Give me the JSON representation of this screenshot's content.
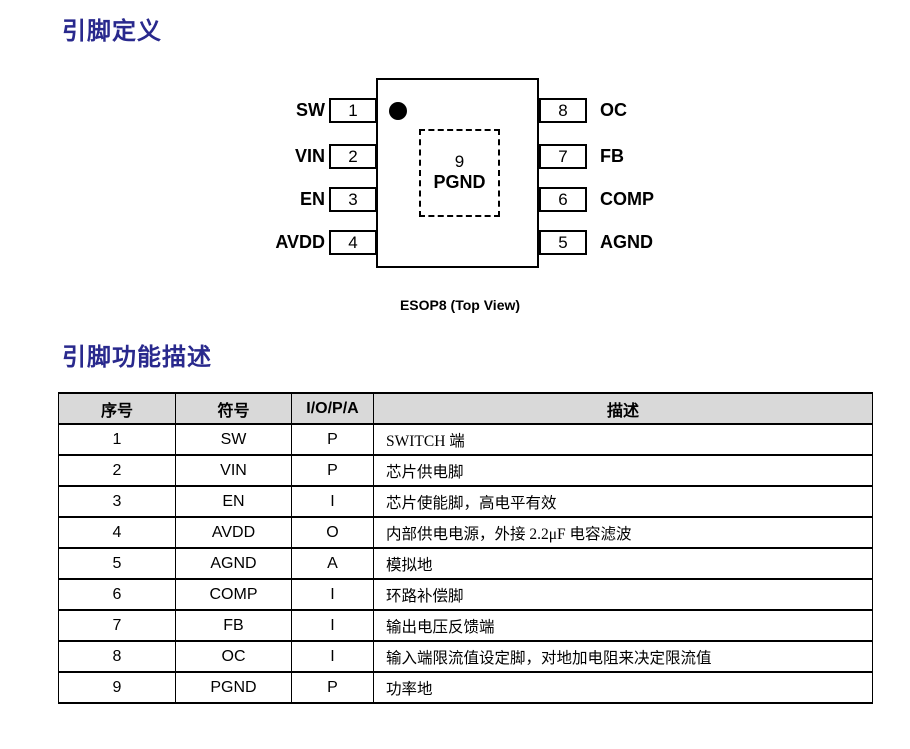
{
  "page": {
    "section1_title": "引脚定义",
    "section2_title": "引脚功能描述",
    "accent_color": "#29298d",
    "table_header_bg": "#d9d9d9",
    "border_color": "#000000"
  },
  "pinout": {
    "caption": "ESOP8 (Top View)",
    "center_pad": {
      "number": "9",
      "name": "PGND"
    },
    "left_pins": [
      {
        "number": "1",
        "name": "SW"
      },
      {
        "number": "2",
        "name": "VIN"
      },
      {
        "number": "3",
        "name": "EN"
      },
      {
        "number": "4",
        "name": "AVDD"
      }
    ],
    "right_pins": [
      {
        "number": "8",
        "name": "OC"
      },
      {
        "number": "7",
        "name": "FB"
      },
      {
        "number": "6",
        "name": "COMP"
      },
      {
        "number": "5",
        "name": "AGND"
      }
    ]
  },
  "pin_table": {
    "headers": [
      "序号",
      "符号",
      "I/O/P/A",
      "描述"
    ],
    "rows": [
      [
        "1",
        "SW",
        "P",
        "SWITCH 端"
      ],
      [
        "2",
        "VIN",
        "P",
        "芯片供电脚"
      ],
      [
        "3",
        "EN",
        "I",
        "芯片使能脚，高电平有效"
      ],
      [
        "4",
        "AVDD",
        "O",
        "内部供电电源，外接 2.2μF 电容滤波"
      ],
      [
        "5",
        "AGND",
        "A",
        "模拟地"
      ],
      [
        "6",
        "COMP",
        "I",
        "环路补偿脚"
      ],
      [
        "7",
        "FB",
        "I",
        "输出电压反馈端"
      ],
      [
        "8",
        "OC",
        "I",
        "输入端限流值设定脚，对地加电阻来决定限流值"
      ],
      [
        "9",
        "PGND",
        "P",
        "功率地"
      ]
    ]
  }
}
